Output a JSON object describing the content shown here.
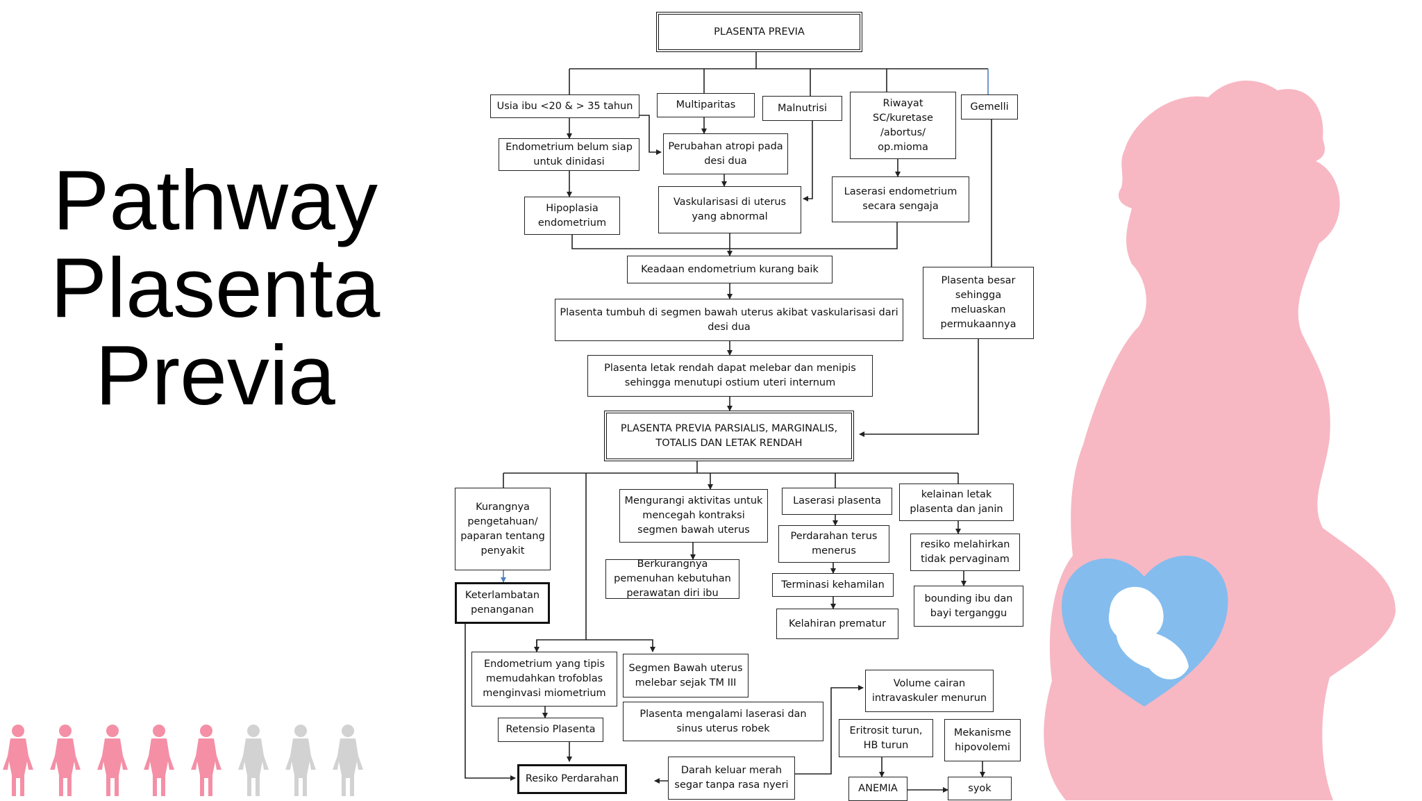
{
  "title": {
    "line1": "Pathway",
    "line2": "Plasenta",
    "line3": "Previa"
  },
  "colors": {
    "silhouette": "#F7B8C3",
    "heart": "#84BCEE",
    "fetus": "#FFFFFF",
    "figure_pink": "#F48FA6",
    "figure_gray": "#D2D2D2",
    "line": "#222222",
    "blue_arrow": "#4F81BD"
  },
  "people_icons": {
    "pink_count": 5,
    "gray_count": 3
  },
  "boxes": {
    "plasenta_previa": "PLASENTA PREVIA",
    "usia_ibu": "Usia ibu <20 & > 35 tahun",
    "multiparitas": "Multiparitas",
    "malnutrisi": "Malnutrisi",
    "riwayat": "Riwayat SC/kuretase /abortus/ op.mioma",
    "gemelli": "Gemelli",
    "endometrium_belum": "Endometrium belum siap untuk dinidasi",
    "perubahan_atropi": "Perubahan atropi pada desi dua",
    "laserasi_endometrium": "Laserasi endometrium secara sengaja",
    "hipoplasia": "Hipoplasia endometrium",
    "vaskularisasi": "Vaskularisasi di uterus yang abnormal",
    "keadaan_endometrium": "Keadaan endometrium kurang baik",
    "plasenta_besar": "Plasenta besar sehingga meluaskan permukaannya",
    "plasenta_tumbuh": "Plasenta tumbuh di segmen bawah uterus akibat vaskularisasi dari desi dua",
    "plasenta_letak": "Plasenta letak rendah dapat melebar dan menipis sehingga menutupi ostium uteri internum",
    "previa_parsialis": "PLASENTA PREVIA PARSIALIS, MARGINALIS, TOTALIS DAN LETAK RENDAH",
    "kurangnya": "Kurangnya pengetahuan/ paparan tentang penyakit",
    "mengurangi": "Mengurangi aktivitas untuk mencegah kontraksi segmen bawah uterus",
    "laserasi_plasenta": "Laserasi plasenta",
    "kelainan_letak": "kelainan letak plasenta dan janin",
    "perdarahan_terus": "Perdarahan terus menerus",
    "resiko_melahirkan": "resiko melahirkan tidak pervaginam",
    "berkurangnya": "Berkurangnya pemenuhan kebutuhan perawatan diri ibu",
    "terminasi": "Terminasi kehamilan",
    "keterlambatan": "Keterlambatan penanganan",
    "bounding": "bounding ibu dan bayi terganggu",
    "kelahiran_prematur": "Kelahiran prematur",
    "endometrium_tipis": "Endometrium yang tipis memudahkan trofoblas menginvasi miometrium",
    "segmen_bawah": "Segmen Bawah uterus melebar sejak TM III",
    "volume_cairan": "Volume cairan intravaskuler menurun",
    "plasenta_mengalami": "Plasenta mengalami laserasi dan sinus uterus robek",
    "retensio": "Retensio Plasenta",
    "eritrosit": "Eritrosit turun, HB turun",
    "mekanisme": "Mekanisme hipovolemi",
    "resiko_perdarahan": "Resiko Perdarahan",
    "darah_keluar": "Darah keluar merah segar tanpa rasa nyeri",
    "anemia": "ANEMIA",
    "syok": "syok"
  }
}
